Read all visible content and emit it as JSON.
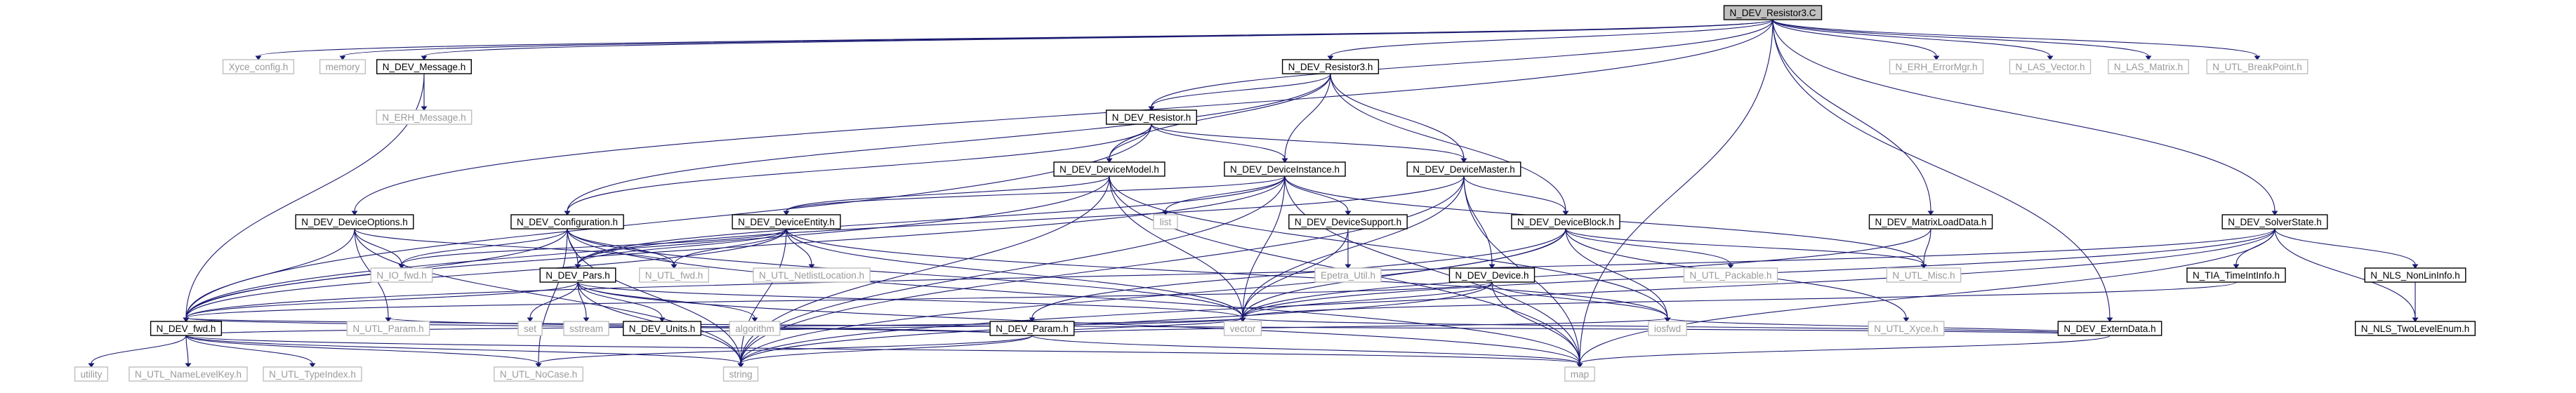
{
  "diagram": {
    "type": "include-dependency-graph",
    "colors": {
      "edge": "#191970",
      "root_fill": "#bfbfbf",
      "documented_stroke": "#000000",
      "external_stroke": "#bfbfbf",
      "external_text": "#9a9a9a"
    },
    "nodes": [
      {
        "id": "root",
        "label": "N_DEV_Resistor3.C",
        "kind": "root"
      },
      {
        "id": "xyce_config",
        "label": "Xyce_config.h",
        "kind": "external"
      },
      {
        "id": "memory",
        "label": "memory",
        "kind": "external"
      },
      {
        "id": "message",
        "label": "N_DEV_Message.h",
        "kind": "documented"
      },
      {
        "id": "resistor3",
        "label": "N_DEV_Resistor3.h",
        "kind": "documented"
      },
      {
        "id": "errormgr",
        "label": "N_ERH_ErrorMgr.h",
        "kind": "external"
      },
      {
        "id": "las_vector",
        "label": "N_LAS_Vector.h",
        "kind": "external"
      },
      {
        "id": "las_matrix",
        "label": "N_LAS_Matrix.h",
        "kind": "external"
      },
      {
        "id": "breakpoint",
        "label": "N_UTL_BreakPoint.h",
        "kind": "external"
      },
      {
        "id": "erh_message",
        "label": "N_ERH_Message.h",
        "kind": "external"
      },
      {
        "id": "resistor",
        "label": "N_DEV_Resistor.h",
        "kind": "documented"
      },
      {
        "id": "devicemodel",
        "label": "N_DEV_DeviceModel.h",
        "kind": "documented"
      },
      {
        "id": "deviceinstance",
        "label": "N_DEV_DeviceInstance.h",
        "kind": "documented"
      },
      {
        "id": "devicemaster",
        "label": "N_DEV_DeviceMaster.h",
        "kind": "documented"
      },
      {
        "id": "deviceoptions",
        "label": "N_DEV_DeviceOptions.h",
        "kind": "documented"
      },
      {
        "id": "configuration",
        "label": "N_DEV_Configuration.h",
        "kind": "documented"
      },
      {
        "id": "deviceentity",
        "label": "N_DEV_DeviceEntity.h",
        "kind": "documented"
      },
      {
        "id": "list",
        "label": "list",
        "kind": "external"
      },
      {
        "id": "devicesupport",
        "label": "N_DEV_DeviceSupport.h",
        "kind": "documented"
      },
      {
        "id": "deviceblock",
        "label": "N_DEV_DeviceBlock.h",
        "kind": "documented"
      },
      {
        "id": "matrixloaddata",
        "label": "N_DEV_MatrixLoadData.h",
        "kind": "documented"
      },
      {
        "id": "solverstate",
        "label": "N_DEV_SolverState.h",
        "kind": "documented"
      },
      {
        "id": "io_fwd",
        "label": "N_IO_fwd.h",
        "kind": "external"
      },
      {
        "id": "pars",
        "label": "N_DEV_Pars.h",
        "kind": "documented"
      },
      {
        "id": "utl_fwd",
        "label": "N_UTL_fwd.h",
        "kind": "external"
      },
      {
        "id": "netlistlocation",
        "label": "N_UTL_NetlistLocation.h",
        "kind": "external"
      },
      {
        "id": "epetra_util",
        "label": "Epetra_Util.h",
        "kind": "external"
      },
      {
        "id": "device",
        "label": "N_DEV_Device.h",
        "kind": "documented"
      },
      {
        "id": "packable",
        "label": "N_UTL_Packable.h",
        "kind": "external"
      },
      {
        "id": "utl_misc",
        "label": "N_UTL_Misc.h",
        "kind": "external"
      },
      {
        "id": "timeintinfo",
        "label": "N_TIA_TimeIntInfo.h",
        "kind": "documented"
      },
      {
        "id": "nonlininfo",
        "label": "N_NLS_NonLinInfo.h",
        "kind": "documented"
      },
      {
        "id": "param",
        "label": "N_DEV_Param.h",
        "kind": "documented"
      },
      {
        "id": "externdata",
        "label": "N_DEV_ExternData.h",
        "kind": "documented"
      },
      {
        "id": "dev_fwd",
        "label": "N_DEV_fwd.h",
        "kind": "documented"
      },
      {
        "id": "utl_param",
        "label": "N_UTL_Param.h",
        "kind": "external"
      },
      {
        "id": "set",
        "label": "set",
        "kind": "external"
      },
      {
        "id": "sstream",
        "label": "sstream",
        "kind": "external"
      },
      {
        "id": "units",
        "label": "N_DEV_Units.h",
        "kind": "documented"
      },
      {
        "id": "algorithm",
        "label": "algorithm",
        "kind": "external"
      },
      {
        "id": "vector",
        "label": "vector",
        "kind": "external"
      },
      {
        "id": "iosfwd",
        "label": "iosfwd",
        "kind": "external"
      },
      {
        "id": "utl_xyce",
        "label": "N_UTL_Xyce.h",
        "kind": "external"
      },
      {
        "id": "twolevelenum",
        "label": "N_NLS_TwoLevelEnum.h",
        "kind": "documented"
      },
      {
        "id": "utility",
        "label": "utility",
        "kind": "external"
      },
      {
        "id": "namelevelkey",
        "label": "N_UTL_NameLevelKey.h",
        "kind": "external"
      },
      {
        "id": "typeindex",
        "label": "N_UTL_TypeIndex.h",
        "kind": "external"
      },
      {
        "id": "nocase",
        "label": "N_UTL_NoCase.h",
        "kind": "external"
      },
      {
        "id": "string",
        "label": "string",
        "kind": "external"
      },
      {
        "id": "map",
        "label": "map",
        "kind": "external"
      }
    ],
    "edges": [
      [
        "root",
        "xyce_config"
      ],
      [
        "root",
        "memory"
      ],
      [
        "root",
        "message"
      ],
      [
        "root",
        "resistor3"
      ],
      [
        "root",
        "errormgr"
      ],
      [
        "root",
        "las_vector"
      ],
      [
        "root",
        "las_matrix"
      ],
      [
        "root",
        "breakpoint"
      ],
      [
        "root",
        "resistor"
      ],
      [
        "root",
        "deviceoptions"
      ],
      [
        "root",
        "matrixloaddata"
      ],
      [
        "root",
        "solverstate"
      ],
      [
        "root",
        "externdata"
      ],
      [
        "root",
        "map"
      ],
      [
        "message",
        "erh_message"
      ],
      [
        "message",
        "dev_fwd"
      ],
      [
        "resistor3",
        "resistor"
      ],
      [
        "resistor3",
        "devicemodel"
      ],
      [
        "resistor3",
        "deviceinstance"
      ],
      [
        "resistor3",
        "devicemaster"
      ],
      [
        "resistor3",
        "configuration"
      ],
      [
        "resistor3",
        "deviceblock"
      ],
      [
        "resistor",
        "devicemodel"
      ],
      [
        "resistor",
        "deviceinstance"
      ],
      [
        "resistor",
        "devicemaster"
      ],
      [
        "resistor",
        "configuration"
      ],
      [
        "resistor",
        "dev_fwd"
      ],
      [
        "devicemodel",
        "deviceentity"
      ],
      [
        "devicemodel",
        "dev_fwd"
      ],
      [
        "devicemodel",
        "vector"
      ],
      [
        "devicemodel",
        "string"
      ],
      [
        "devicemodel",
        "map"
      ],
      [
        "devicemodel",
        "iosfwd"
      ],
      [
        "deviceinstance",
        "deviceentity"
      ],
      [
        "deviceinstance",
        "list"
      ],
      [
        "deviceinstance",
        "devicesupport"
      ],
      [
        "deviceinstance",
        "vector"
      ],
      [
        "deviceinstance",
        "utl_misc"
      ],
      [
        "deviceinstance",
        "dev_fwd"
      ],
      [
        "deviceinstance",
        "string"
      ],
      [
        "deviceinstance",
        "pars"
      ],
      [
        "deviceinstance",
        "map"
      ],
      [
        "devicemaster",
        "deviceblock"
      ],
      [
        "devicemaster",
        "device"
      ],
      [
        "devicemaster",
        "vector"
      ],
      [
        "devicemaster",
        "map"
      ],
      [
        "devicemaster",
        "string"
      ],
      [
        "devicemaster",
        "pars"
      ],
      [
        "deviceoptions",
        "dev_fwd"
      ],
      [
        "deviceoptions",
        "io_fwd"
      ],
      [
        "deviceoptions",
        "utl_fwd"
      ],
      [
        "deviceoptions",
        "utl_param"
      ],
      [
        "deviceoptions",
        "string"
      ],
      [
        "configuration",
        "dev_fwd"
      ],
      [
        "configuration",
        "io_fwd"
      ],
      [
        "configuration",
        "pars"
      ],
      [
        "configuration",
        "utl_fwd"
      ],
      [
        "configuration",
        "vector"
      ],
      [
        "configuration",
        "string"
      ],
      [
        "configuration",
        "map"
      ],
      [
        "configuration",
        "nocase"
      ],
      [
        "deviceentity",
        "dev_fwd"
      ],
      [
        "deviceentity",
        "io_fwd"
      ],
      [
        "deviceentity",
        "pars"
      ],
      [
        "deviceentity",
        "utl_fwd"
      ],
      [
        "deviceentity",
        "netlistlocation"
      ],
      [
        "deviceentity",
        "vector"
      ],
      [
        "deviceentity",
        "iosfwd"
      ],
      [
        "deviceentity",
        "string"
      ],
      [
        "devicesupport",
        "vector"
      ],
      [
        "devicesupport",
        "epetra_util"
      ],
      [
        "deviceblock",
        "param"
      ],
      [
        "deviceblock",
        "packable"
      ],
      [
        "deviceblock",
        "utl_misc"
      ],
      [
        "deviceblock",
        "utl_xyce"
      ],
      [
        "deviceblock",
        "vector"
      ],
      [
        "deviceblock",
        "string"
      ],
      [
        "deviceblock",
        "iosfwd"
      ],
      [
        "matrixloaddata",
        "utl_misc"
      ],
      [
        "matrixloaddata",
        "vector"
      ],
      [
        "solverstate",
        "timeintinfo"
      ],
      [
        "solverstate",
        "nonlininfo"
      ],
      [
        "solverstate",
        "twolevelenum"
      ],
      [
        "solverstate",
        "dev_fwd"
      ],
      [
        "solverstate",
        "vector"
      ],
      [
        "solverstate",
        "string"
      ],
      [
        "solverstate",
        "map"
      ],
      [
        "pars",
        "dev_fwd"
      ],
      [
        "pars",
        "set"
      ],
      [
        "pars",
        "sstream"
      ],
      [
        "pars",
        "units"
      ],
      [
        "pars",
        "algorithm"
      ],
      [
        "pars",
        "vector"
      ],
      [
        "pars",
        "string"
      ],
      [
        "pars",
        "map"
      ],
      [
        "device",
        "dev_fwd"
      ],
      [
        "device",
        "vector"
      ],
      [
        "device",
        "map"
      ],
      [
        "device",
        "string"
      ],
      [
        "device",
        "iosfwd"
      ],
      [
        "timeintinfo",
        "vector"
      ],
      [
        "nonlininfo",
        "twolevelenum"
      ],
      [
        "param",
        "dev_fwd"
      ],
      [
        "param",
        "utl_param"
      ],
      [
        "param",
        "string"
      ],
      [
        "param",
        "vector"
      ],
      [
        "param",
        "map"
      ],
      [
        "param",
        "nocase"
      ],
      [
        "param",
        "iosfwd"
      ],
      [
        "externdata",
        "dev_fwd"
      ],
      [
        "externdata",
        "vector"
      ],
      [
        "externdata",
        "iosfwd"
      ],
      [
        "externdata",
        "map"
      ],
      [
        "units",
        "vector"
      ],
      [
        "dev_fwd",
        "utility"
      ],
      [
        "dev_fwd",
        "namelevelkey"
      ],
      [
        "dev_fwd",
        "typeindex"
      ],
      [
        "dev_fwd",
        "nocase"
      ],
      [
        "dev_fwd",
        "string"
      ],
      [
        "dev_fwd",
        "map"
      ],
      [
        "dev_fwd",
        "vector"
      ]
    ]
  }
}
